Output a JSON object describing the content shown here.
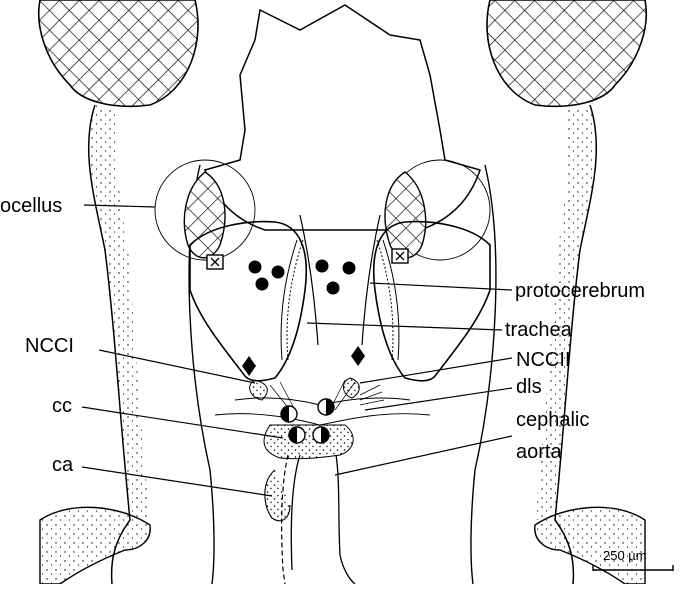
{
  "labels": {
    "ocellus": "ocellus",
    "protocerebrum": "protocerebrum",
    "trachea": "trachea",
    "nccii": "NCCII",
    "ncci": "NCCI",
    "dls": "dls",
    "cc": "cc",
    "ca": "ca",
    "cephalic_aorta_line1": "cephalic",
    "cephalic_aorta_line2": "aorta"
  },
  "scale_bar": {
    "label": "250 µm"
  }
}
